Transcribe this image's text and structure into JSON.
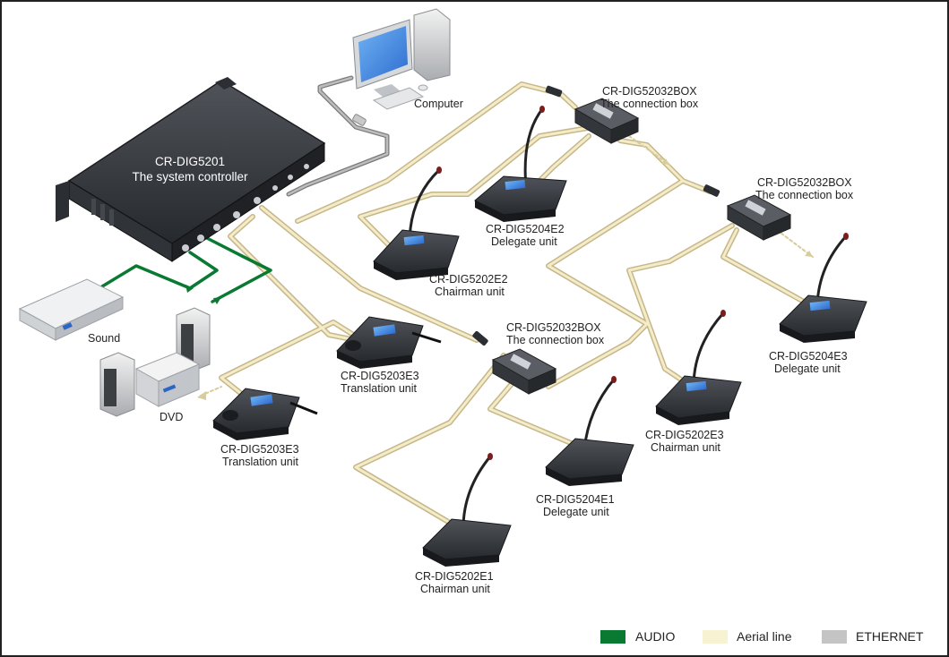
{
  "colors": {
    "audio": "#0a7a33",
    "aerial": "#f1e7bd",
    "aerial_edge": "#c9b98a",
    "ethernet": "#9a9a9a",
    "device_dark": "#3a3d42",
    "device_body": "#2b2e33",
    "screen": "#2f63d6"
  },
  "controller": {
    "model": "CR-DIG5201",
    "desc": "The system controller"
  },
  "computer": {
    "label": "Computer"
  },
  "sound": {
    "label": "Sound"
  },
  "dvd": {
    "label": "DVD"
  },
  "boxes": [
    {
      "model": "CR-DIG52032BOX",
      "desc": "The connection box"
    },
    {
      "model": "CR-DIG52032BOX",
      "desc": "The connection box"
    },
    {
      "model": "CR-DIG52032BOX",
      "desc": "The connection box"
    }
  ],
  "units": [
    {
      "model": "CR-DIG5204E2",
      "desc": "Delegate unit"
    },
    {
      "model": "CR-DIG5202E2",
      "desc": "Chairman unit"
    },
    {
      "model": "CR-DIG5204E3",
      "desc": "Delegate unit"
    },
    {
      "model": "CR-DIG5202E3",
      "desc": "Chairman unit"
    },
    {
      "model": "CR-DIG5204E1",
      "desc": "Delegate unit"
    },
    {
      "model": "CR-DIG5202E1",
      "desc": "Chairman unit"
    }
  ],
  "translation": [
    {
      "model": "CR-DIG5203E3",
      "desc": "Translation unit"
    },
    {
      "model": "CR-DIG5203E3",
      "desc": "Translation unit"
    }
  ],
  "legend": [
    {
      "label": "AUDIO",
      "color": "#0a7a33"
    },
    {
      "label": "Aerial line",
      "color": "#f7f2d2"
    },
    {
      "label": "ETHERNET",
      "color": "#c4c4c4"
    }
  ]
}
